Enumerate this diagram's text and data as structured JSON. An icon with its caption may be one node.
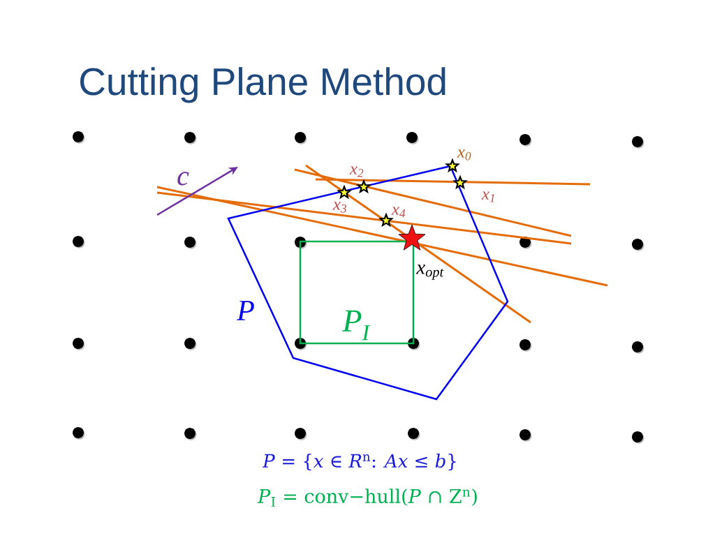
{
  "diagram": {
    "title": "Cutting Plane Method",
    "nodes": [
      {
        "text": [
          "P"
        ]
      },
      {
        "text": [
          "P$_{I}$"
        ],
        "in": 0
      }
    ],
    "labels": [
      "x$_{0}$",
      "x$_{2}$",
      "c",
      "x$_{1}$",
      "x$_{3}$",
      "x$_{4}$",
      "x$_{opt}$",
      "*P* = {*x* ∈ *R*$^{n}$: *Ax* ≤ *b*}",
      "*P*$_{I}$ = conv−hull(*P* ∩ Z$^{n}$)"
    ]
  }
}
